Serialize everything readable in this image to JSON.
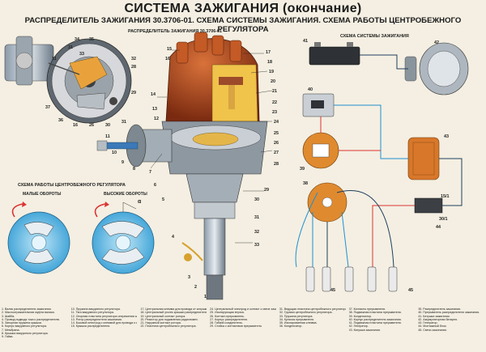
{
  "header": {
    "title": "СИСТЕМА ЗАЖИГАНИЯ (окончание)",
    "subtitle": "РАСПРЕДЕЛИТЕЛЬ ЗАЖИГАНИЯ 30.3706-01. СХЕМА СИСТЕМЫ ЗАЖИГАНИЯ. СХЕМА РАБОТЫ ЦЕНТРОБЕЖНОГО РЕГУЛЯТОРА"
  },
  "labels": {
    "distributor": "РАСПРЕДЕЛИТЕЛЬ ЗАЖИГАНИЯ 30.3706-01",
    "system_scheme": "СХЕМА СИСТЕМЫ ЗАЖИГАНИЯ",
    "regulator_scheme": "СХЕМА РАБОТЫ ЦЕНТРОБЕЖНОГО РЕГУЛЯТОРА",
    "low_rpm": "МАЛЫЕ ОБОРОТЫ",
    "high_rpm": "ВЫСОКИЕ ОБОРОТЫ",
    "alpha": "α"
  },
  "numbers": {
    "n1": "1",
    "n2": "2",
    "n3": "3",
    "n4": "4",
    "n5": "5",
    "n6": "6",
    "n7": "7",
    "n8": "8",
    "n9": "9",
    "n10": "10",
    "n11": "11",
    "n12": "12",
    "n13": "13",
    "n14": "14",
    "n15": "15",
    "n16": "16",
    "n17": "17",
    "n18": "18",
    "n19": "19",
    "n20": "20",
    "n21": "21",
    "n22": "22",
    "n23": "23",
    "n24": "24",
    "n25": "25",
    "n26": "26",
    "n27": "27",
    "n28": "28",
    "n29": "29",
    "n30": "30",
    "n31": "31",
    "n32": "32",
    "n33": "33",
    "n34": "34",
    "n35": "35",
    "n36": "36",
    "n37": "37",
    "n38": "38",
    "n39": "39",
    "n40": "40",
    "n41": "41",
    "n42": "42",
    "n43": "43",
    "n44": "44",
    "n45": "45",
    "n15_1": "15/1",
    "n30_1": "30/1"
  },
  "legend": [
    [
      "1. Валик распределителя зажигания.",
      "2. Маслоотражательная муфта валика.",
      "3. Шайба.",
      "4. Провод подвода тока к распределителю.",
      "5. Запорная пружина крышки.",
      "6. Корпус вакуумного регулятора.",
      "7. Мембрана.",
      "8. Крышка вакуумного регулятора.",
      "9. Гайка."
    ],
    [
      "10. Пружина вакуумного регулятора.",
      "11. Тяга вакуумного регулятора.",
      "12. Опорная пластина регулятора опережения зажигания.",
      "13. Ротор распределителя зажигания.",
      "14. Боковой электрод с клеммой для провода к свече зажигания.",
      "15. Крышка распределителя."
    ],
    [
      "17. Центральная клемма для провода от катушки зажигания.",
      "18. Центральный уголек крышки распределителя.",
      "19. Центральный контакт ротора.",
      "20. Резистор для подавления радиопомех.",
      "21. Наружный контакт ротора.",
      "22. Пластина центробежного регулятора."
    ],
    [
      "24. Центральный электрод и контакт к свече зажигания.",
      "25. Изолирующая втулка.",
      "26. Контакт-прерыватель.",
      "27. Корпус распределителя.",
      "28. Гибкий соединитель.",
      "29. Стойка с контактами прерывателя."
    ],
    [
      "31. Ведущая пластина центробежного регулятора.",
      "32. Грузики центробежного регулятора.",
      "33. Пружина регулятора.",
      "34. Кулачок прерывателя.",
      "35. Изолированная клемма.",
      "36. Конденсатор."
    ],
    [
      "37. Контакты прерывателя.",
      "38. Подвижная пластина прерывателя.",
      "39. Конденсатор.",
      "40. Корпус распределителя зажигания.",
      "41. Подвижная пластина прерывателя.",
      "42. Генератор.",
      "43. Катушка зажигания."
    ],
    [
      "39. Распределитель зажигания.",
      "40. Прерыватель распределителя зажигания.",
      "41. Катушка зажигания.",
      "42. Аккумуляторная батарея.",
      "43. Генератор.",
      "44. Монтажный блок.",
      "45. Свечи зажигания."
    ]
  ]
}
